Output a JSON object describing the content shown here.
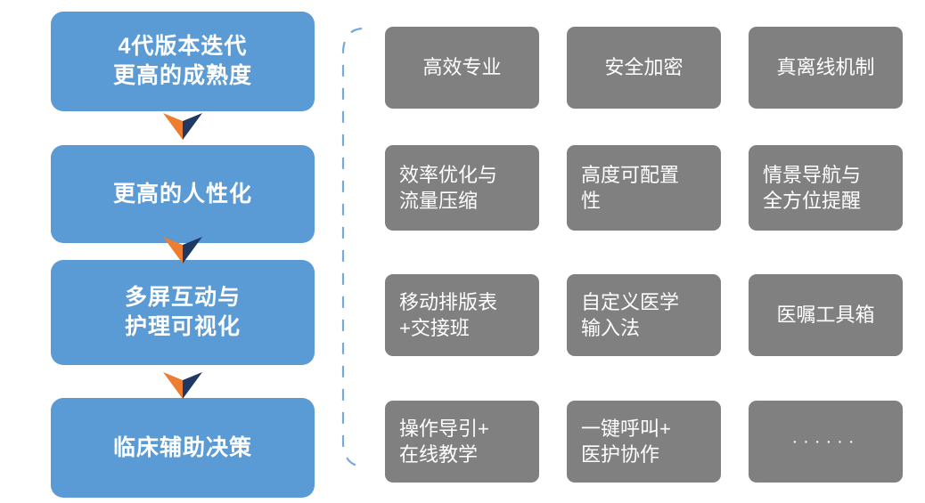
{
  "colors": {
    "blue": "#5B9BD5",
    "gray": "#808080",
    "arrow_orange": "#ED7D31",
    "arrow_navy": "#1F3864",
    "bracket": "#5B9BD5",
    "text_white": "#FFFFFF",
    "background": "#FFFFFF"
  },
  "flow": {
    "steps": [
      {
        "lines": [
          "4代版本迭代",
          "更高的成熟度"
        ]
      },
      {
        "lines": [
          "更高的人性化"
        ]
      },
      {
        "lines": [
          "多屏互动与",
          "护理可视化"
        ]
      },
      {
        "lines": [
          "临床辅助决策"
        ]
      }
    ]
  },
  "features": {
    "rows": [
      {
        "cells": [
          {
            "lines": [
              "高效专业"
            ],
            "align": "center"
          },
          {
            "lines": [
              "安全加密"
            ],
            "align": "center"
          },
          {
            "lines": [
              "真离线机制"
            ],
            "align": "center"
          }
        ]
      },
      {
        "cells": [
          {
            "lines": [
              "效率优化与",
              "流量压缩"
            ],
            "align": "left"
          },
          {
            "lines": [
              "高度可配置",
              "性"
            ],
            "align": "left"
          },
          {
            "lines": [
              "情景导航与",
              "全方位提醒"
            ],
            "align": "left"
          }
        ]
      },
      {
        "cells": [
          {
            "lines": [
              "移动排版表",
              "+交接班"
            ],
            "align": "left"
          },
          {
            "lines": [
              "自定义医学",
              "输入法"
            ],
            "align": "left"
          },
          {
            "lines": [
              "医嘱工具箱"
            ],
            "align": "center"
          }
        ]
      },
      {
        "cells": [
          {
            "lines": [
              "操作导引+",
              "在线教学"
            ],
            "align": "left"
          },
          {
            "lines": [
              "一键呼叫+",
              "医护协作"
            ],
            "align": "left"
          },
          {
            "lines": [
              "······"
            ],
            "align": "center",
            "is_dots": true
          }
        ]
      }
    ]
  },
  "connectors": {
    "arrow_count": 3,
    "arrow_shape": "two-tone-chevron-down",
    "bracket_style": "dashed-curly-bracket-open-right"
  }
}
